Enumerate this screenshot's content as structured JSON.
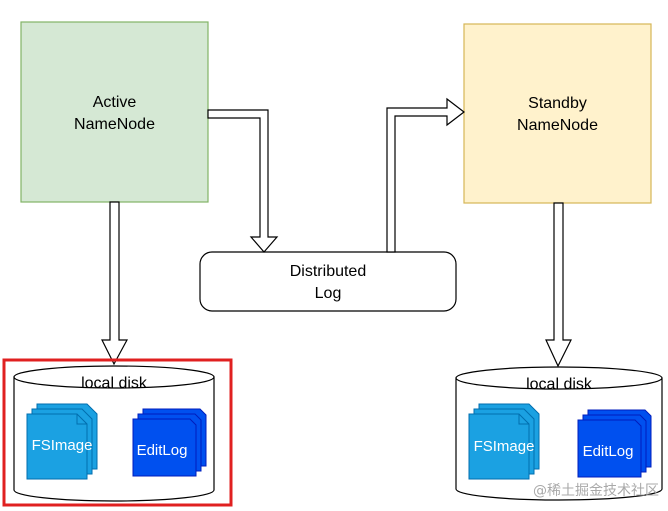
{
  "active_namenode": {
    "line1": "Active",
    "line2": "NameNode",
    "fill": "#d5e8d4",
    "stroke": "#82b366"
  },
  "standby_namenode": {
    "line1": "Standby",
    "line2": "NameNode",
    "fill": "#fff2cc",
    "stroke": "#d6b656"
  },
  "distributed_log": {
    "line1": "Distributed",
    "line2": "Log"
  },
  "left_disk": {
    "label": "local disk",
    "fsimage": "FSImage",
    "editlog": "EditLog",
    "highlight": "#e02020"
  },
  "right_disk": {
    "label": "local disk",
    "fsimage": "FSImage",
    "editlog": "EditLog"
  },
  "colors": {
    "fsimage_fill": "#1ba1e2",
    "editlog_fill": "#0050ef",
    "editlog_stroke": "#001dbc"
  },
  "watermark": "@稀土掘金技术社区"
}
